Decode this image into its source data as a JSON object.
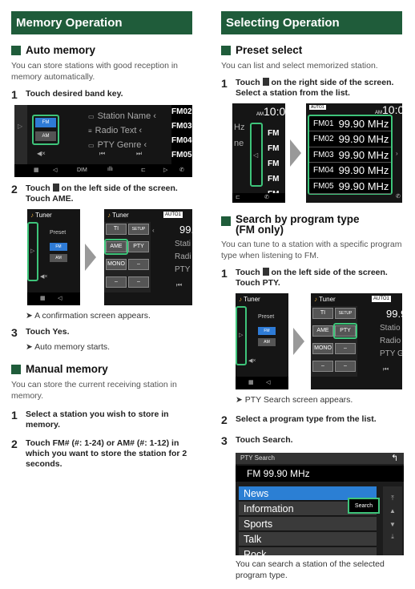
{
  "left": {
    "banner": "Memory Operation",
    "auto": {
      "heading": "Auto memory",
      "desc": "You can store stations with good reception in memory automatically.",
      "step1": "Touch desired band key.",
      "shot1": {
        "fm": "FM",
        "am": "AM",
        "rows": [
          "Station Name",
          "Radio Text",
          "PTY Genre"
        ],
        "presets": [
          "FM02",
          "FM03",
          "FM04",
          "FM05"
        ],
        "dim": "DIM"
      },
      "step2_a": "Touch ",
      "step2_b": " on the left side of the screen.",
      "step2_c": "Touch ",
      "step2_d": "AME",
      "step2_e": ".",
      "shot2": {
        "tuner": "Tuner",
        "auto": "AUTO1",
        "preset": "Preset",
        "fm": "FM",
        "am": "AM",
        "ti": "TI",
        "setup": "SETUP",
        "ame": "AME",
        "pty": "PTY",
        "mono": "MONO",
        "dash": "–",
        "freq": "99.",
        "station": "Stati",
        "radio": "Radi",
        "ptyg": "PTY G"
      },
      "note1": "➤ A confirmation screen appears.",
      "step3_a": "Touch ",
      "step3_b": "Yes",
      "step3_c": ".",
      "note3": "➤ Auto memory starts."
    },
    "manual": {
      "heading": "Manual memory",
      "desc": "You can store the current receiving station in memory.",
      "step1": "Select a station you wish to store in memory.",
      "step2_a": "Touch ",
      "step2_b": "FM#",
      "step2_c": " (#: 1-24) or ",
      "step2_d": "AM#",
      "step2_e": " (#: 1-12) in which you want to store the station for 2 seconds."
    }
  },
  "right": {
    "banner": "Selecting Operation",
    "preset": {
      "heading": "Preset select",
      "desc": "You can list and select memorized station.",
      "step1_a": "Touch ",
      "step1_b": " on the right side of the screen.",
      "step1_c": "Select a station from the list.",
      "shot": {
        "time": "10:0",
        "am": "AM",
        "auto": "AUTO1",
        "hz": "Hz",
        "ne": "ne",
        "list": [
          {
            "p": "FM01",
            "f": "99.90 MHz"
          },
          {
            "p": "FM02",
            "f": "99.90 MHz"
          },
          {
            "p": "FM03",
            "f": "99.90 MHz"
          },
          {
            "p": "FM04",
            "f": "99.90 MHz"
          },
          {
            "p": "FM05",
            "f": "99.90 MHz"
          }
        ]
      }
    },
    "search": {
      "heading1": "Search by program type",
      "heading2": "(FM only)",
      "desc": "You can tune to a station with a specific program type when listening to FM.",
      "step1_a": "Touch ",
      "step1_b": " on the left side of the screen.",
      "step1_c": "Touch ",
      "step1_d": "PTY",
      "step1_e": ".",
      "shot1": {
        "tuner": "Tuner",
        "auto": "AUTO1",
        "preset": "Preset",
        "fm": "FM",
        "am": "AM",
        "ti": "TI",
        "setup": "SETUP",
        "ame": "AME",
        "pty": "PTY",
        "mono": "MONO",
        "dash": "–",
        "freq": "99.9",
        "station": "Statio",
        "radio": "Radio",
        "ptyg": "PTY G"
      },
      "note1": "➤ PTY Search screen appears.",
      "step2": "Select a program type from the list.",
      "step3_a": "Touch ",
      "step3_b": "Search",
      "step3_c": ".",
      "shot2": {
        "title": "PTY Search",
        "freq": "FM 99.90 MHz",
        "items": [
          "News",
          "Information",
          "Sports",
          "Talk",
          "Rock"
        ],
        "search": "Search"
      },
      "caption": "You can search a station of the selected program type."
    }
  }
}
